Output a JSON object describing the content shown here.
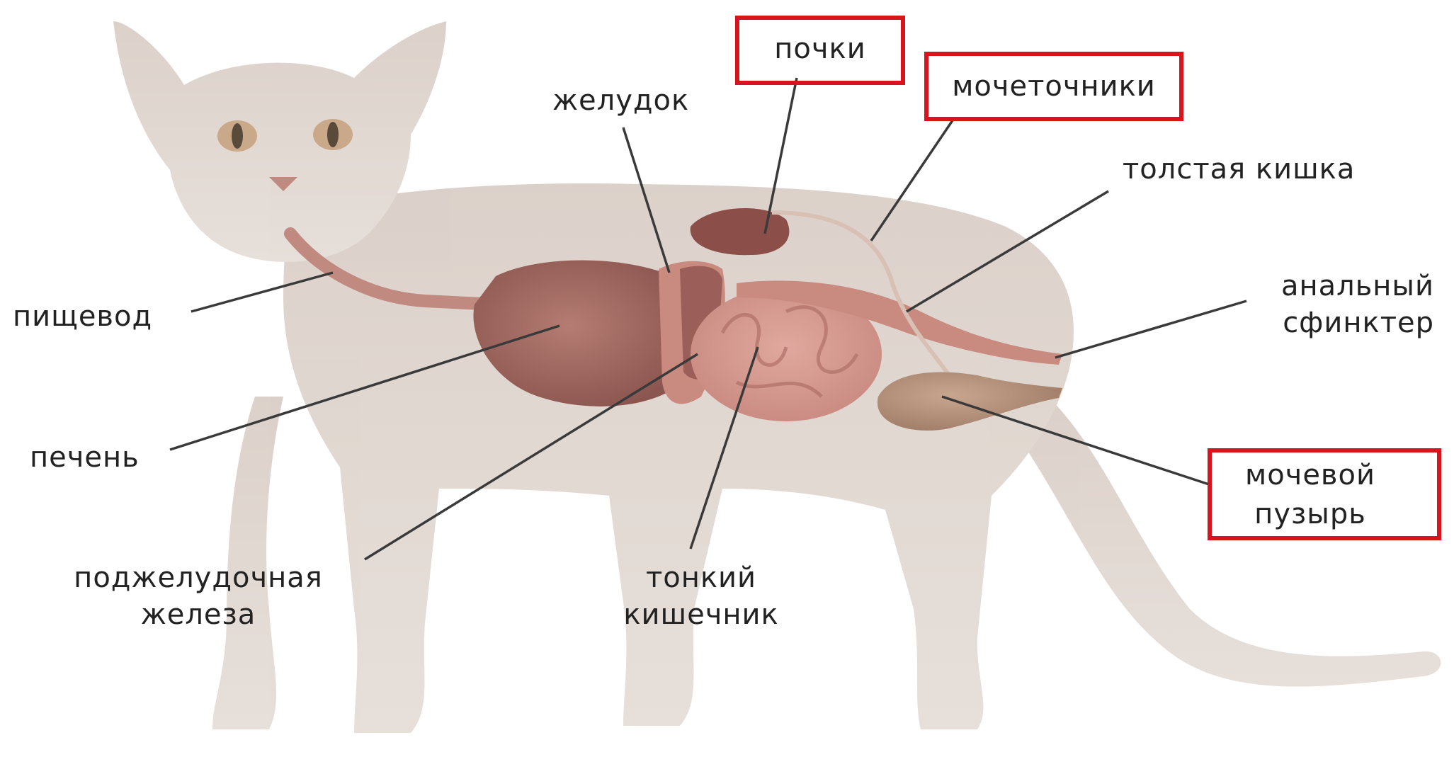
{
  "labels": {
    "pochki": "почки",
    "mochetochniki": "мочеточники",
    "zheludok": "желудок",
    "tolstaya": "толстая кишка",
    "analny_1": "анальный",
    "analny_2": "сфинктер",
    "pishchevod": "пищевод",
    "pechen": "печень",
    "podzhel_1": "поджелудочная",
    "podzhel_2": "железа",
    "tonkiy_1": "тонкий",
    "tonkiy_2": "кишечник",
    "mochevoy_1": "мочевой",
    "mochevoy_2": "пузырь"
  },
  "highlighted": [
    "почки",
    "мочеточники",
    "мочевой пузырь"
  ],
  "colors": {
    "highlight_box": "#d8141c",
    "leader_line": "#3a3a3a",
    "cat_body": "#d9cfc8",
    "organ": "#a86a62"
  }
}
